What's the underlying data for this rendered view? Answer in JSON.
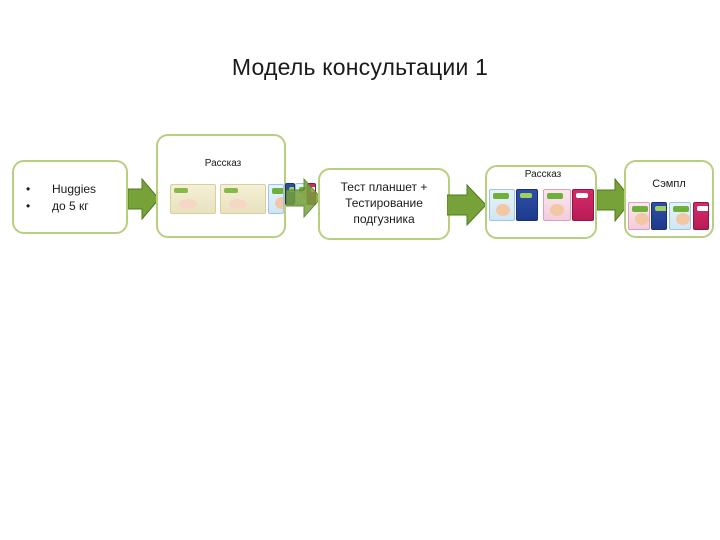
{
  "title": "Модель консультации 1",
  "step1": {
    "bullets": [
      "Huggies",
      "до 5 кг"
    ]
  },
  "step2": {
    "label": "Рассказ"
  },
  "step3": {
    "text": [
      "Тест планшет +",
      "Тестирование",
      "подгузника"
    ]
  },
  "step4": {
    "label": "Рассказ"
  },
  "step5": {
    "label": "Сэмпл"
  },
  "colors": {
    "box_border": "#b7cf7f",
    "arrow_fill": "#77a23a",
    "arrow_stroke": "#4f7a1f"
  }
}
